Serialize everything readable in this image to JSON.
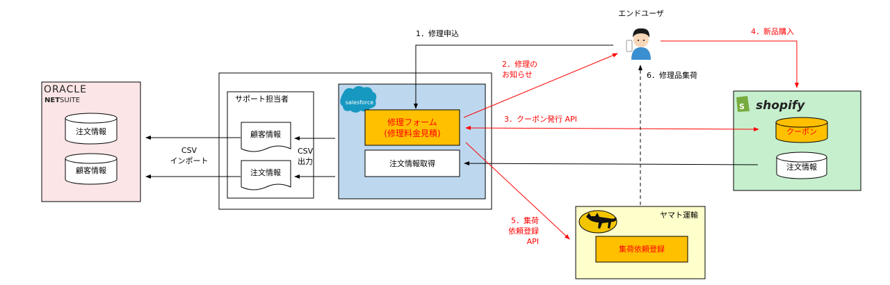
{
  "colors": {
    "netsuite_bg": "#fbe5e6",
    "salesforce_bg": "#bdd7ee",
    "shopify_bg": "#c6efce",
    "yamato_bg": "#ffffcc",
    "highlight": "#ffc000",
    "arrow_red": "#ff0000",
    "arrow_black": "#000000"
  },
  "netsuite": {
    "logo_line1": "ORACLE",
    "logo_line2_bold": "NET",
    "logo_line2": "SUITE",
    "db_orders": "注文情報",
    "db_customers": "顧客情報"
  },
  "support": {
    "title": "サポート担当者",
    "doc_customers": "顧客情報",
    "doc_orders": "注文情報"
  },
  "salesforce": {
    "logo": "salesforce",
    "repair_form_line1": "修理フォーム",
    "repair_form_line2": "(修理料金見積)",
    "order_fetch": "注文情報取得"
  },
  "end_user": {
    "label": "エンドユーザ"
  },
  "shopify": {
    "logo": "shopify",
    "db_coupon": "クーポン",
    "db_orders": "注文情報"
  },
  "yamato": {
    "title": "ヤマト運輸",
    "pickup_register": "集荷依頼登録"
  },
  "labels": {
    "csv_import_line1": "CSV",
    "csv_import_line2": "インポート",
    "csv_export_line1": "CSV",
    "csv_export_line2": "出力",
    "step1": "1．修理申込",
    "step2_line1": "2．修理の",
    "step2_line2": "お知らせ",
    "step3": "3．クーポン発行 API",
    "step4": "4．新品購入",
    "step5_line1": "5．集荷",
    "step5_line2": "依頼登録",
    "step5_line3": "API",
    "step6": "6．修理品集荷"
  }
}
